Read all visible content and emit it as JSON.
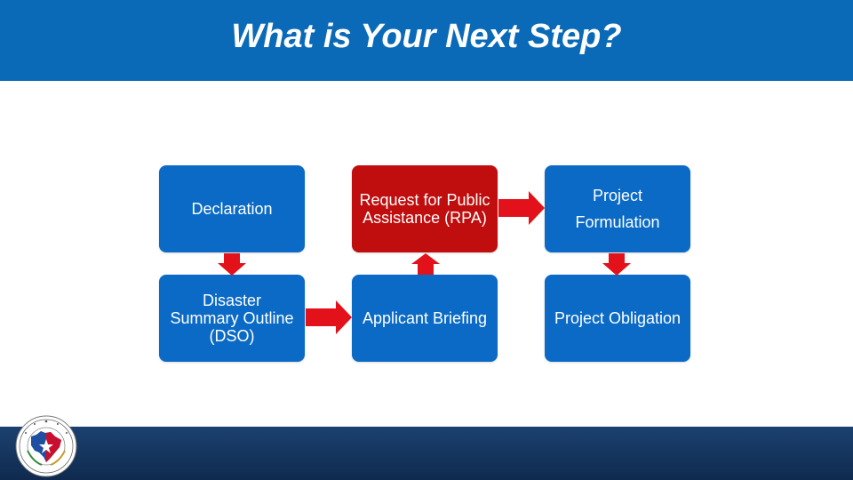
{
  "header": {
    "title": "What is Your Next Step?"
  },
  "colors": {
    "header_blue": "#0a6ab8",
    "box_blue": "#0a6ac6",
    "box_red": "#c00d0d",
    "arrow_red": "#e3111a",
    "footer_navy": "#173863"
  },
  "steps": {
    "declaration": "Declaration",
    "rpa": "Request for Public Assistance (RPA)",
    "project_formulation": "Project Formulation",
    "dso": "Disaster Summary Outline (DSO)",
    "applicant_briefing": "Applicant Briefing",
    "project_obligation": "Project Obligation"
  },
  "logo": {
    "icon": "texas-division-emergency-management-seal"
  }
}
